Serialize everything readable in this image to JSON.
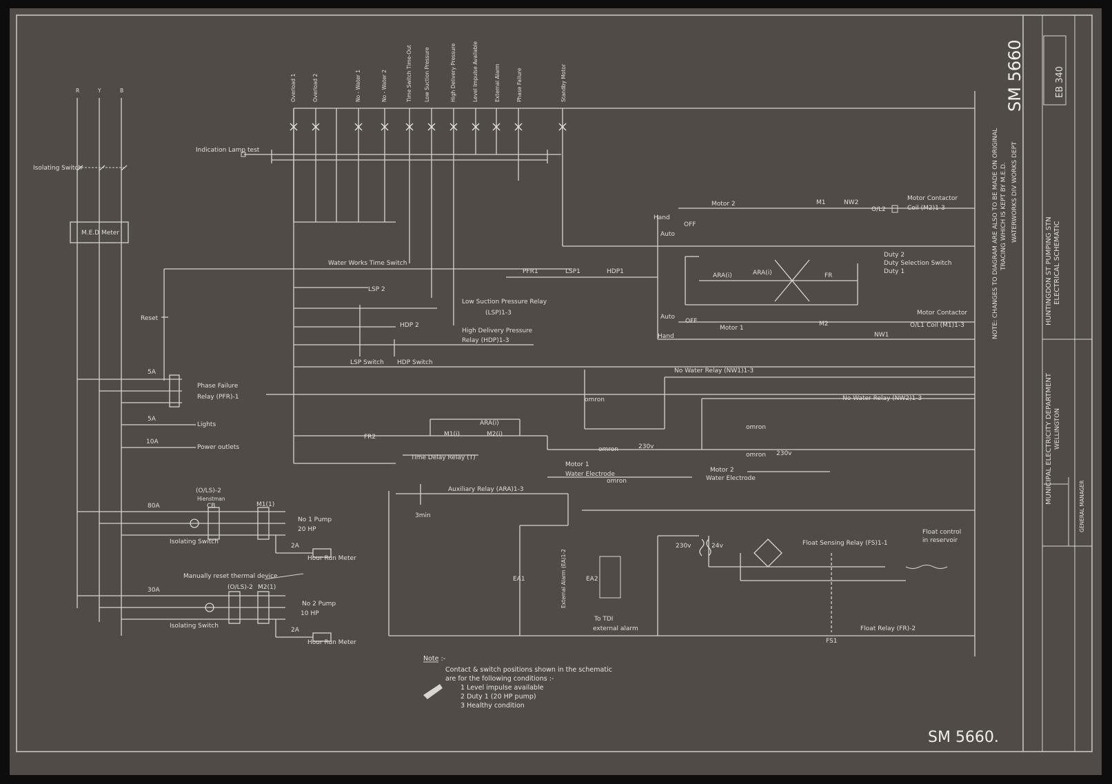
{
  "drawing_number": "SM 5660",
  "drawing_number_footer": "SM 5660.",
  "ref_box": "EB 340",
  "title_block": {
    "dept": "MUNICIPAL ELECTRICITY DEPARTMENT",
    "city": "WELLINGTON",
    "manager": "GENERAL MANAGER",
    "station": "HUNTINGDON ST PUMPING STN",
    "sheet": "ELECTRICAL SCHEMATIC",
    "works": "WATERWORKS DIV WORKS DEPT",
    "side_note_1": "NOTE: CHANGES TO DIAGRAM ARE ALSO TO BE MADE ON ORIGINAL",
    "side_note_2": "TRACING WHICH IS KEPT BY M.E.D."
  },
  "supply_labels": [
    "R",
    "Y",
    "B"
  ],
  "left_labels": {
    "isolating_switch": "Isolating Switch",
    "med_meter": "M.E.D Meter",
    "reset": "Reset",
    "fuse_5a_a": "5A",
    "phase_failure": "Phase Failure",
    "phase_failure_relay": "Relay (PFR)-1",
    "fuse_5a_b": "5A",
    "lights": "Lights",
    "fuse_10a": "10A",
    "power_outlets": "Power outlets",
    "ols2": "(O/LS)-2",
    "hienstman": "Hienstman",
    "cb": "CB",
    "fuse_80a": "80A",
    "m1": "M1(1)",
    "pump1": "No 1 Pump",
    "pump1_hp": "20 HP",
    "isolating_switch_2": "Isolating Switch",
    "fuse_2a_a": "2A",
    "hour_run_1": "Hour Run Meter",
    "manually_reset": "Manually reset thermal device",
    "fuse_30a": "30A",
    "ols1": "(O/LS)-2",
    "m2": "M2(1)",
    "pump2": "No 2 Pump",
    "pump2_hp": "10 HP",
    "isolating_switch_3": "Isolating Switch",
    "fuse_2a_b": "2A",
    "hour_run_2": "Hour Run Meter"
  },
  "indications": [
    "Overload 1",
    "Overload 2",
    "No - Water 1",
    "No - Water 2",
    "Time Switch Time-Out",
    "Low Suction Pressure",
    "High Delivery Pressure",
    "Level Impulse Available",
    "External Alarm",
    "Phase Failure",
    "Standby Motor"
  ],
  "indication_lamp": "Indication Lamp test",
  "control_labels": {
    "water_works_time_switch": "Water Works Time Switch",
    "lsp2": "LSP 2",
    "hdp2": "HDP 2",
    "lsp_relay": "Low Suction Pressure Relay",
    "lsp_relay_ref": "(LSP)1-3",
    "hdp_relay": "High Delivery Pressure",
    "hdp_relay_ref": "Relay (HDP)1-3",
    "lsp_switch": "LSP Switch",
    "hdp_switch": "HDP Switch",
    "pfr": "PFR1",
    "lsp1": "LSP1",
    "hdp1": "HDP1",
    "hand": "Hand",
    "auto": "Auto",
    "off": "OFF",
    "motor2": "Motor 2",
    "motor1": "Motor 1",
    "ara": "ARA(i)",
    "ara2": "ARA(i)",
    "fr": "FR",
    "duty": "Duty 2",
    "duty_sel": "Duty Selection Switch",
    "duty1": "Duty 1",
    "m1c": "M1",
    "m2c": "M2",
    "nw2": "NW2",
    "nw1": "NW1",
    "ol2": "O/L2",
    "ol1": "O/L1",
    "motor_contactor_2": "Motor Contactor",
    "coil_2": "Coil (M2)1-3",
    "motor_contactor_1": "Motor Contactor",
    "coil_1": "Coil (M1)1-3",
    "nw1_relay": "No Water Relay (NW1)1-3",
    "nw2_relay": "No Water Relay (NW2)1-3",
    "omron": "omron",
    "fr2": "FR2",
    "ara_i": "ARA(i)",
    "m1i": "M1(i)",
    "m2i": "M2(i)",
    "time_delay_relay": "Time Delay Relay (T)",
    "aux_relay": "Auxiliary Relay (ARA)1-3",
    "three_min": "3min",
    "motor1_we": "Motor 1",
    "water_electrode_1": "Water Electrode",
    "motor2_we": "Motor 2",
    "water_electrode_2": "Water Electrode",
    "v230": "230v",
    "v24": "24v",
    "float_sensing_relay": "Float Sensing Relay (FS)1-1",
    "float_control": "Float control",
    "in_reservoir": "in reservoir",
    "ea1": "EA1",
    "ext_alarm_relay": "External Alarm (EA)1-2",
    "ea2": "EA2",
    "to_tdi": "To TDI",
    "external_alarm": "external alarm",
    "float_relay": "Float Relay (FR)-2",
    "fs1": "FS1"
  },
  "note": {
    "heading": "Note :-",
    "line1": "Contact & switch positions shown in the schematic",
    "line2": "are for the following conditions :-",
    "item1": "1   Level impulse available",
    "item2": "2   Duty 1 (20 HP pump)",
    "item3": "3   Healthy condition"
  }
}
